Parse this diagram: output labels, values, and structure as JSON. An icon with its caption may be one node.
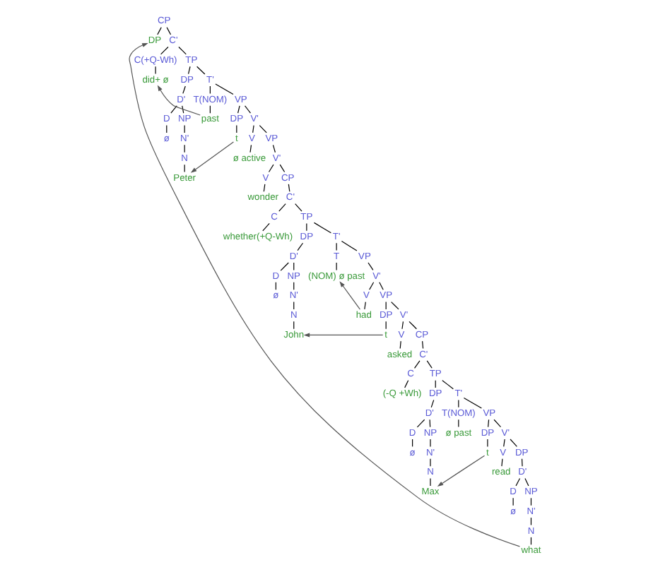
{
  "diagram": {
    "nodes": [
      {
        "text": [
          "CP"
        ]
      },
      {
        "text": [
          "DP"
        ]
      },
      {
        "text": [
          "C'"
        ]
      },
      {
        "text": [
          "C(+Q-Wh)"
        ]
      },
      {
        "text": [
          "did+ ø"
        ]
      },
      {
        "text": [
          "TP"
        ]
      },
      {
        "text": [
          "DP"
        ]
      },
      {
        "text": [
          "D'"
        ]
      },
      {
        "text": [
          "D"
        ]
      },
      {
        "text": [
          "ø"
        ]
      },
      {
        "text": [
          "NP"
        ]
      },
      {
        "text": [
          "N'"
        ]
      },
      {
        "text": [
          "N"
        ]
      },
      {
        "text": [
          "Peter"
        ]
      },
      {
        "text": [
          "T'"
        ]
      },
      {
        "text": [
          "T(NOM)"
        ]
      },
      {
        "text": [
          "past"
        ]
      },
      {
        "text": [
          "VP"
        ]
      },
      {
        "text": [
          "DP"
        ]
      },
      {
        "text": [
          "t"
        ]
      },
      {
        "text": [
          "V'"
        ]
      },
      {
        "text": [
          "V"
        ]
      },
      {
        "text": [
          "ø active"
        ]
      },
      {
        "text": [
          "VP"
        ]
      },
      {
        "text": [
          "V'"
        ]
      },
      {
        "text": [
          "V"
        ]
      },
      {
        "text": [
          "wonder"
        ]
      },
      {
        "text": [
          "CP"
        ]
      },
      {
        "text": [
          "C'"
        ]
      },
      {
        "text": [
          "C"
        ]
      },
      {
        "text": [
          "whether(+Q-Wh)"
        ]
      },
      {
        "text": [
          "TP"
        ]
      },
      {
        "text": [
          "DP"
        ]
      },
      {
        "text": [
          "D'"
        ]
      },
      {
        "text": [
          "D"
        ]
      },
      {
        "text": [
          "ø"
        ]
      },
      {
        "text": [
          "NP"
        ]
      },
      {
        "text": [
          "N'"
        ]
      },
      {
        "text": [
          "N"
        ]
      },
      {
        "text": [
          "John"
        ]
      },
      {
        "text": [
          "T'"
        ]
      },
      {
        "text": [
          "T"
        ]
      },
      {
        "text": [
          "(NOM) ø past"
        ]
      },
      {
        "text": [
          "VP"
        ]
      },
      {
        "text": [
          "V'"
        ]
      },
      {
        "text": [
          "V"
        ]
      },
      {
        "text": [
          "had"
        ]
      },
      {
        "text": [
          "VP"
        ]
      },
      {
        "text": [
          "DP"
        ]
      },
      {
        "text": [
          "t"
        ]
      },
      {
        "text": [
          "V'"
        ]
      },
      {
        "text": [
          "V"
        ]
      },
      {
        "text": [
          "asked"
        ]
      },
      {
        "text": [
          "CP"
        ]
      },
      {
        "text": [
          "C'"
        ]
      },
      {
        "text": [
          "C"
        ]
      },
      {
        "text": [
          "(-Q +Wh)"
        ]
      },
      {
        "text": [
          "TP"
        ]
      },
      {
        "text": [
          "DP"
        ]
      },
      {
        "text": [
          "D'"
        ]
      },
      {
        "text": [
          "D"
        ]
      },
      {
        "text": [
          "ø"
        ]
      },
      {
        "text": [
          "NP"
        ]
      },
      {
        "text": [
          "N'"
        ]
      },
      {
        "text": [
          "N"
        ]
      },
      {
        "text": [
          "Max"
        ]
      },
      {
        "text": [
          "T'"
        ]
      },
      {
        "text": [
          "T(NOM)"
        ]
      },
      {
        "text": [
          "ø past"
        ]
      },
      {
        "text": [
          "VP"
        ]
      },
      {
        "text": [
          "DP"
        ]
      },
      {
        "text": [
          "t"
        ]
      },
      {
        "text": [
          "V'"
        ]
      },
      {
        "text": [
          "V"
        ]
      },
      {
        "text": [
          "read"
        ]
      },
      {
        "text": [
          "DP"
        ]
      },
      {
        "text": [
          "D'"
        ]
      },
      {
        "text": [
          "D"
        ]
      },
      {
        "text": [
          "ø"
        ]
      },
      {
        "text": [
          "NP"
        ]
      },
      {
        "text": [
          "N'"
        ]
      },
      {
        "text": [
          "N"
        ]
      },
      {
        "text": [
          "what"
        ]
      }
    ],
    "edges": [
      {
        "from": 0,
        "to": 1,
        "arrow": "none"
      },
      {
        "from": 0,
        "to": 2,
        "arrow": "none"
      },
      {
        "from": 2,
        "to": 3,
        "arrow": "none"
      },
      {
        "from": 2,
        "to": 5,
        "arrow": "none"
      },
      {
        "from": 3,
        "to": 4,
        "arrow": "none"
      },
      {
        "from": 5,
        "to": 6,
        "arrow": "none"
      },
      {
        "from": 5,
        "to": 14,
        "arrow": "none"
      },
      {
        "from": 6,
        "to": 7,
        "arrow": "none"
      },
      {
        "from": 7,
        "to": 8,
        "arrow": "none"
      },
      {
        "from": 7,
        "to": 10,
        "arrow": "none"
      },
      {
        "from": 8,
        "to": 9,
        "arrow": "none"
      },
      {
        "from": 10,
        "to": 11,
        "arrow": "none"
      },
      {
        "from": 11,
        "to": 12,
        "arrow": "none"
      },
      {
        "from": 12,
        "to": 13,
        "arrow": "none"
      },
      {
        "from": 14,
        "to": 15,
        "arrow": "none"
      },
      {
        "from": 14,
        "to": 17,
        "arrow": "none"
      },
      {
        "from": 15,
        "to": 16,
        "arrow": "none"
      },
      {
        "from": 17,
        "to": 18,
        "arrow": "none"
      },
      {
        "from": 17,
        "to": 20,
        "arrow": "none"
      },
      {
        "from": 18,
        "to": 19,
        "arrow": "none"
      },
      {
        "from": 20,
        "to": 21,
        "arrow": "none"
      },
      {
        "from": 20,
        "to": 23,
        "arrow": "none"
      },
      {
        "from": 21,
        "to": 22,
        "arrow": "none"
      },
      {
        "from": 23,
        "to": 24,
        "arrow": "none"
      },
      {
        "from": 24,
        "to": 25,
        "arrow": "none"
      },
      {
        "from": 24,
        "to": 27,
        "arrow": "none"
      },
      {
        "from": 25,
        "to": 26,
        "arrow": "none"
      },
      {
        "from": 27,
        "to": 28,
        "arrow": "none"
      },
      {
        "from": 28,
        "to": 29,
        "arrow": "none"
      },
      {
        "from": 28,
        "to": 31,
        "arrow": "none"
      },
      {
        "from": 29,
        "to": 30,
        "arrow": "none"
      },
      {
        "from": 31,
        "to": 32,
        "arrow": "none"
      },
      {
        "from": 31,
        "to": 40,
        "arrow": "none"
      },
      {
        "from": 32,
        "to": 33,
        "arrow": "none"
      },
      {
        "from": 33,
        "to": 34,
        "arrow": "none"
      },
      {
        "from": 33,
        "to": 36,
        "arrow": "none"
      },
      {
        "from": 34,
        "to": 35,
        "arrow": "none"
      },
      {
        "from": 36,
        "to": 37,
        "arrow": "none"
      },
      {
        "from": 37,
        "to": 38,
        "arrow": "none"
      },
      {
        "from": 38,
        "to": 39,
        "arrow": "none"
      },
      {
        "from": 40,
        "to": 41,
        "arrow": "none"
      },
      {
        "from": 40,
        "to": 43,
        "arrow": "none"
      },
      {
        "from": 41,
        "to": 42,
        "arrow": "none"
      },
      {
        "from": 43,
        "to": 44,
        "arrow": "none"
      },
      {
        "from": 44,
        "to": 45,
        "arrow": "none"
      },
      {
        "from": 44,
        "to": 47,
        "arrow": "none"
      },
      {
        "from": 45,
        "to": 46,
        "arrow": "none"
      },
      {
        "from": 47,
        "to": 48,
        "arrow": "none"
      },
      {
        "from": 47,
        "to": 50,
        "arrow": "none"
      },
      {
        "from": 48,
        "to": 49,
        "arrow": "none"
      },
      {
        "from": 50,
        "to": 51,
        "arrow": "none"
      },
      {
        "from": 50,
        "to": 53,
        "arrow": "none"
      },
      {
        "from": 51,
        "to": 52,
        "arrow": "none"
      },
      {
        "from": 53,
        "to": 54,
        "arrow": "none"
      },
      {
        "from": 54,
        "to": 55,
        "arrow": "none"
      },
      {
        "from": 54,
        "to": 57,
        "arrow": "none"
      },
      {
        "from": 55,
        "to": 56,
        "arrow": "none"
      },
      {
        "from": 57,
        "to": 58,
        "arrow": "none"
      },
      {
        "from": 57,
        "to": 66,
        "arrow": "none"
      },
      {
        "from": 58,
        "to": 59,
        "arrow": "none"
      },
      {
        "from": 59,
        "to": 60,
        "arrow": "none"
      },
      {
        "from": 59,
        "to": 62,
        "arrow": "none"
      },
      {
        "from": 60,
        "to": 61,
        "arrow": "none"
      },
      {
        "from": 62,
        "to": 63,
        "arrow": "none"
      },
      {
        "from": 63,
        "to": 64,
        "arrow": "none"
      },
      {
        "from": 64,
        "to": 65,
        "arrow": "none"
      },
      {
        "from": 66,
        "to": 67,
        "arrow": "none"
      },
      {
        "from": 66,
        "to": 69,
        "arrow": "none"
      },
      {
        "from": 67,
        "to": 68,
        "arrow": "none"
      },
      {
        "from": 69,
        "to": 70,
        "arrow": "none"
      },
      {
        "from": 69,
        "to": 72,
        "arrow": "none"
      },
      {
        "from": 70,
        "to": 71,
        "arrow": "none"
      },
      {
        "from": 72,
        "to": 73,
        "arrow": "none"
      },
      {
        "from": 72,
        "to": 75,
        "arrow": "none"
      },
      {
        "from": 73,
        "to": 74,
        "arrow": "none"
      },
      {
        "from": 75,
        "to": 76,
        "arrow": "none"
      },
      {
        "from": 76,
        "to": 77,
        "arrow": "none"
      },
      {
        "from": 76,
        "to": 79,
        "arrow": "none"
      },
      {
        "from": 77,
        "to": 78,
        "arrow": "none"
      },
      {
        "from": 79,
        "to": 80,
        "arrow": "none"
      },
      {
        "from": 80,
        "to": 81,
        "arrow": "none"
      },
      {
        "from": 81,
        "to": 82,
        "arrow": "none"
      },
      {
        "from": 16,
        "to": 4,
        "arrow": "to",
        "color": "#555555"
      },
      {
        "from": 19,
        "to": 13,
        "arrow": "to",
        "color": "#555555"
      },
      {
        "from": 46,
        "to": 42,
        "arrow": "to",
        "color": "#555555"
      },
      {
        "from": 49,
        "to": 39,
        "arrow": "to",
        "color": "#555555"
      },
      {
        "from": 71,
        "to": 65,
        "arrow": "to",
        "color": "#555555"
      },
      {
        "from": 82,
        "to": 1,
        "arrow": "to",
        "color": "#555555"
      }
    ]
  }
}
